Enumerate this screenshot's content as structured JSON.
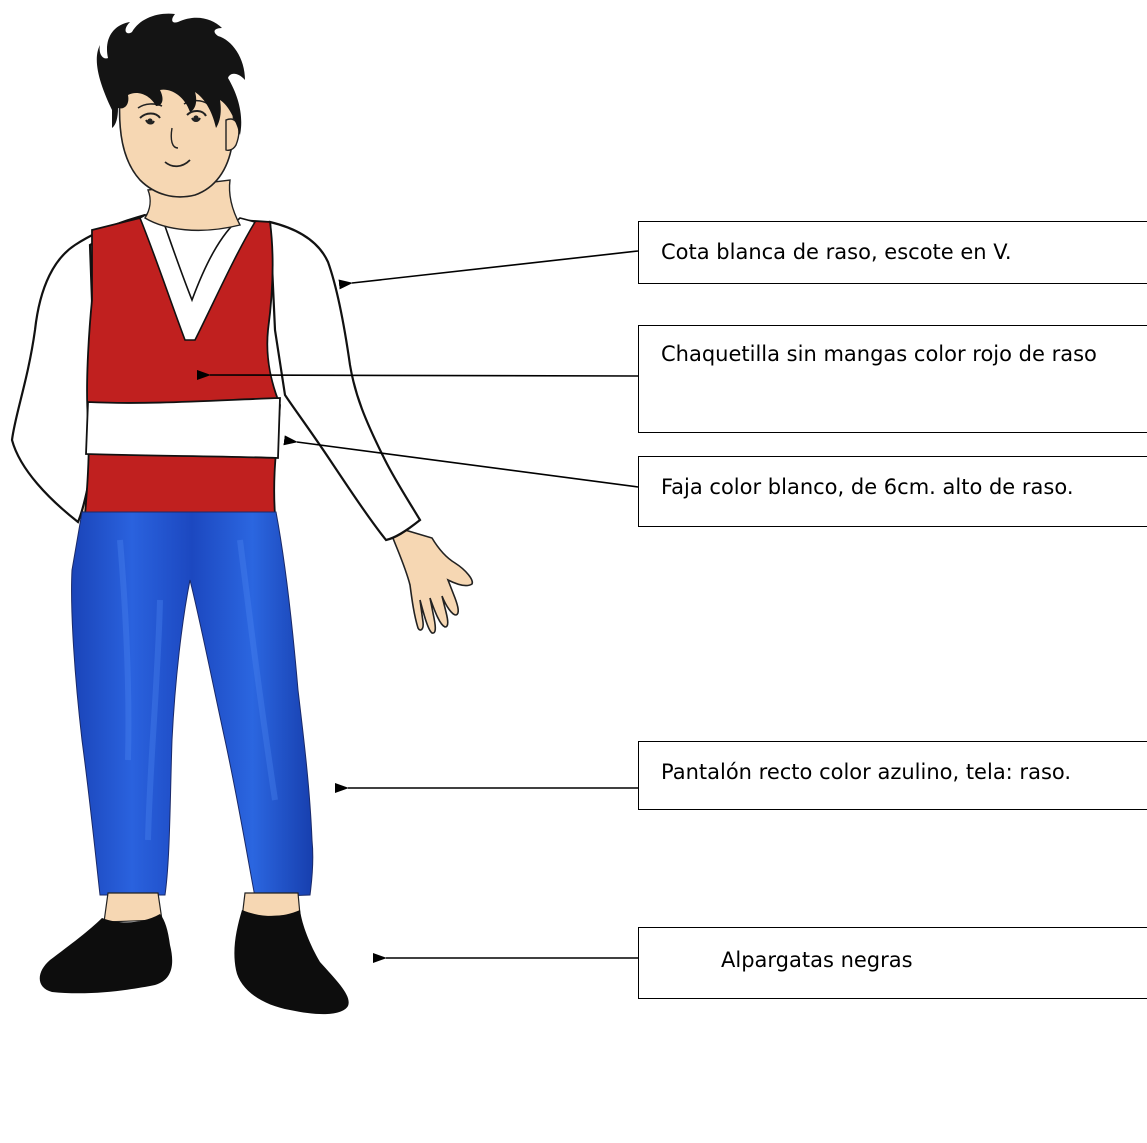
{
  "labels": {
    "cota": "Cota blanca de raso, escote en V.",
    "chaquetilla": "Chaquetilla sin mangas color rojo de raso",
    "faja": "Faja color blanco, de 6cm. alto de raso.",
    "pantalon": "Pantalón recto color azulino, tela: raso.",
    "alpargatas": "Alpargatas negras"
  },
  "colors": {
    "skin": "#f6d7b3",
    "hair": "#141414",
    "shirt": "#ffffff",
    "vest": "#c0201f",
    "sash": "#ffffff",
    "pants": "#1f4fc8",
    "shoes": "#0d0d0d"
  }
}
